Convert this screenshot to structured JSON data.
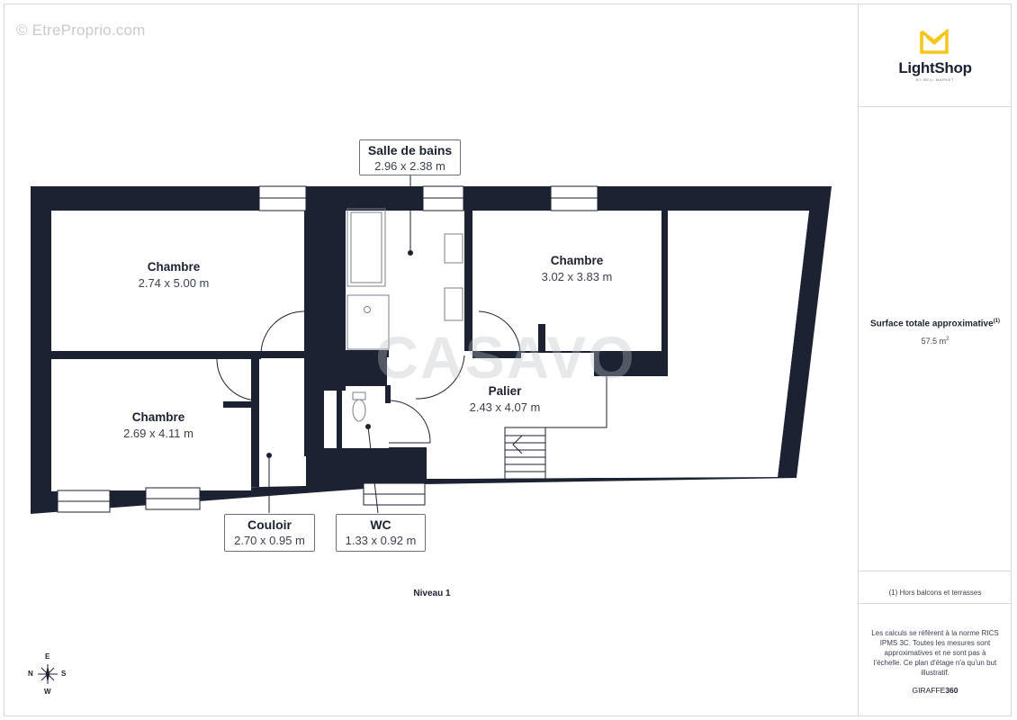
{
  "watermark": "© EtreProprio.com",
  "brand": {
    "name": "LightShop",
    "sub": "BY BELL MARKET"
  },
  "plan_watermark": "CASAVO",
  "rooms": [
    {
      "name": "Chambre",
      "dim": "2.74 x 5.00 m"
    },
    {
      "name": "Chambre",
      "dim": "2.69 x 4.11 m"
    },
    {
      "name": "Chambre",
      "dim": "3.02 x 3.83 m"
    },
    {
      "name": "Palier",
      "dim": "2.43 x 4.07 m"
    }
  ],
  "callouts": [
    {
      "name": "Salle de bains",
      "dim": "2.96 x 2.38 m"
    },
    {
      "name": "Couloir",
      "dim": "2.70 x 0.95 m"
    },
    {
      "name": "WC",
      "dim": "1.33 x 0.92 m"
    }
  ],
  "level": "Niveau 1",
  "surface": {
    "label": "Surface totale approximative",
    "mark": "(1)",
    "value": "57.5 m",
    "unit_sup": "2"
  },
  "footnote": "(1) Hors balcons et terrasses",
  "disclaimer": "Les calculs se réfèrent à la norme RICS IPMS 3C. Toutes les mesures sont approximatives et ne sont pas à l'échelle. Ce plan d'étage n'a qu'un but illustratif.",
  "credit": {
    "prefix": "GIRAFFE",
    "suffix": "360"
  },
  "compass": {
    "n": "N",
    "s": "S",
    "e": "E",
    "w": "W"
  },
  "colors": {
    "wall": "#1d2233",
    "brand_yellow": "#f5c518",
    "border": "#d6d8de"
  }
}
